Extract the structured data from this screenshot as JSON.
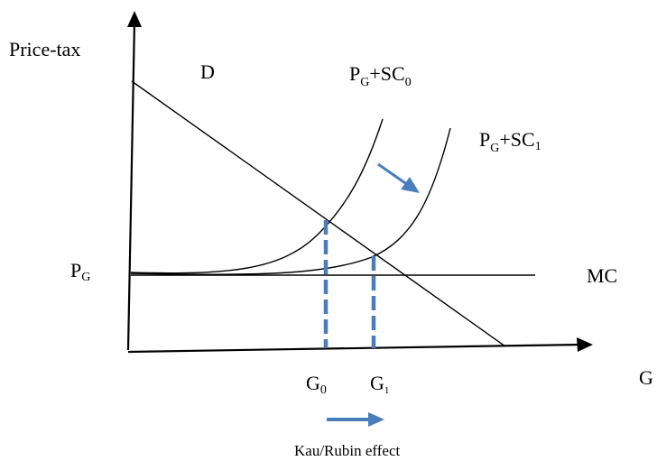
{
  "labels": {
    "y_axis": "Price-tax",
    "x_axis": "G",
    "demand": "D",
    "supply0_main": "P",
    "supply0_sub": "G",
    "supply0_rest": "+SC",
    "supply0_rest_sub": "0",
    "supply1_main": "P",
    "supply1_sub": "G",
    "supply1_rest": "+SC",
    "supply1_rest_sub": "1",
    "price_main": "P",
    "price_sub": "G",
    "mc": "MC",
    "g0_main": "G",
    "g0_sub": "0",
    "g1_main": "G",
    "g1_sub": "1",
    "effect": "Kau/Rubin effect"
  },
  "colors": {
    "line": "#000000",
    "accent": "#4a7ebb"
  }
}
